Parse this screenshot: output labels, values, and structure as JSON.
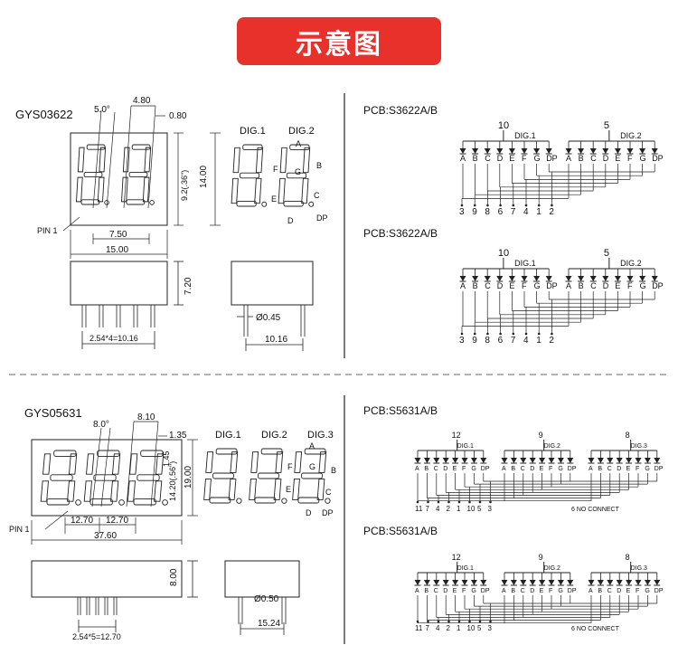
{
  "header": {
    "title": "示意图"
  },
  "section1": {
    "model": "GYS03622",
    "dims": {
      "seg_pitch": "5.0°",
      "digit_width": "4.80",
      "dp": "0.80",
      "char_height": "9.2(.36\")",
      "height": "14.00",
      "digit_pitch": "7.50",
      "width": "15.00",
      "side_height": "7.20",
      "pin_dia": "Ø0.45",
      "depth": "10.16",
      "pin_pitch": "2.54*4=10.16"
    },
    "pin1": "PIN 1",
    "digits": [
      "DIG.1",
      "DIG.2"
    ],
    "seg_labels": {
      "A": "A",
      "B": "B",
      "C": "C",
      "D": "D",
      "E": "E",
      "F": "F",
      "G": "G",
      "DP": "DP"
    },
    "pcb": [
      {
        "title": "PCB:S3622A/B",
        "dig1": "DIG.1",
        "dig2": "DIG.2",
        "common1": "10",
        "common2": "5",
        "segs": [
          "A",
          "B",
          "C",
          "D",
          "E",
          "F",
          "G",
          "DP"
        ],
        "pins": [
          "3",
          "9",
          "8",
          "6",
          "7",
          "4",
          "1",
          "2"
        ]
      },
      {
        "title": "PCB:S3622A/B",
        "dig1": "DIG.1",
        "dig2": "DIG.2",
        "common1": "10",
        "common2": "5",
        "segs": [
          "A",
          "B",
          "C",
          "D",
          "E",
          "F",
          "G",
          "DP"
        ],
        "pins": [
          "3",
          "9",
          "8",
          "6",
          "7",
          "4",
          "1",
          "2"
        ]
      }
    ]
  },
  "section2": {
    "model": "GYS05631",
    "dims": {
      "seg_pitch": "8.0°",
      "digit_width": "8.10",
      "dp": "1.35",
      "char_height": "14.20(.56\")",
      "dp_gap": "1.45",
      "height": "19.00",
      "digit_pitch1": "12.70",
      "digit_pitch2": "12.70",
      "width": "37.60",
      "side_height": "8.00",
      "pin_dia": "Ø0.50",
      "depth": "15.24",
      "pin_pitch": "2.54*5=12.70"
    },
    "pin1": "PIN 1",
    "digits": [
      "DIG.1",
      "DIG.2",
      "DIG.3"
    ],
    "pcb": [
      {
        "title": "PCB:S5631A/B",
        "digs": [
          "DIG.1",
          "DIG.2",
          "DIG.3"
        ],
        "commons": [
          "12",
          "9",
          "8"
        ],
        "segs": [
          "A",
          "B",
          "C",
          "D",
          "E",
          "F",
          "G",
          "DP"
        ],
        "pins": [
          "11",
          "7",
          "4",
          "2",
          "1",
          "10",
          "5",
          "3"
        ],
        "note": "6 NO CONNECT"
      },
      {
        "title": "PCB:S5631A/B",
        "digs": [
          "DIG.1",
          "DIG.2",
          "DIG.3"
        ],
        "commons": [
          "12",
          "9",
          "8"
        ],
        "segs": [
          "A",
          "B",
          "C",
          "D",
          "E",
          "F",
          "G",
          "DP"
        ],
        "pins": [
          "11",
          "7",
          "4",
          "2",
          "1",
          "10",
          "5",
          "3"
        ],
        "note": "6 NO CONNECT"
      }
    ]
  }
}
